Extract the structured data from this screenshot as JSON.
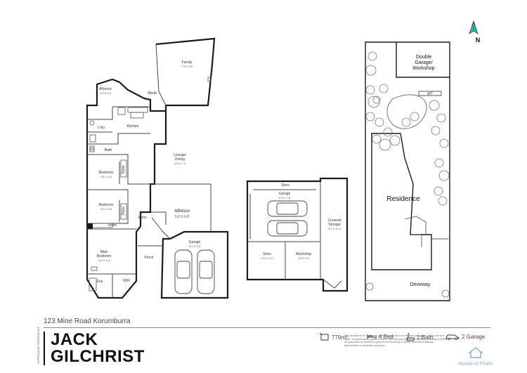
{
  "floorplan": {
    "rooms": [
      {
        "key": "family",
        "name": "Family",
        "dims": "7.8 X 5.8"
      },
      {
        "key": "alfresco_rear",
        "name": "Alfresco",
        "dims": "4.0 X 3.6"
      },
      {
        "key": "meals",
        "name": "Meals",
        "dims": ""
      },
      {
        "key": "ldry",
        "name": "L'dry",
        "dims": ""
      },
      {
        "key": "kitchen",
        "name": "Kitchen",
        "dims": ""
      },
      {
        "key": "lounge",
        "name": "Lounge/\nDining",
        "dims": "4.8 X 7.0"
      },
      {
        "key": "bath",
        "name": "Bath",
        "dims": ""
      },
      {
        "key": "bed1",
        "name": "Bedroom",
        "dims": "3.6 X 3.0"
      },
      {
        "key": "robe1",
        "name": "Robe",
        "dims": ""
      },
      {
        "key": "bed2",
        "name": "Bedroom",
        "dims": "3.6 X 3.0"
      },
      {
        "key": "robe2",
        "name": "Robe",
        "dims": ""
      },
      {
        "key": "robe3",
        "name": "Robe",
        "dims": ""
      },
      {
        "key": "entry",
        "name": "Entry",
        "dims": ""
      },
      {
        "key": "alfresco_front",
        "name": "Alfresco",
        "dims": "5.6 X 4.8"
      },
      {
        "key": "main_bed",
        "name": "Main\nBedroom",
        "dims": "4.8 X 3.4"
      },
      {
        "key": "porch",
        "name": "Porch",
        "dims": ""
      },
      {
        "key": "garage",
        "name": "Garage",
        "dims": "6.0 X 6.0"
      },
      {
        "key": "ens",
        "name": "Ens",
        "dims": ""
      },
      {
        "key": "wir",
        "name": "WIR",
        "dims": ""
      }
    ],
    "outbuilding": [
      {
        "key": "store_top",
        "name": "Store",
        "dims": ""
      },
      {
        "key": "garage2",
        "name": "Garage",
        "dims": "6.4 X 7.8"
      },
      {
        "key": "covered_storage",
        "name": "Covered\nStorage",
        "dims": "3.2 X 11.0"
      },
      {
        "key": "store",
        "name": "Store",
        "dims": "3.6 X 3.2"
      },
      {
        "key": "workshop",
        "name": "Workshop",
        "dims": "3.8 X 3.0"
      }
    ]
  },
  "siteplan": {
    "north_label": "N",
    "double_garage": "Double\nGarage/\nWorkshop",
    "wt": "WT",
    "residence": "Residence",
    "driveway": "Driveway"
  },
  "footer": {
    "address": "123 Mine Road Korumburra",
    "brand_line1": "JACK",
    "brand_line2": "GILCHRIST",
    "tagline": "GIPPSLAND SPECIALIST",
    "stats": {
      "area": "779m²",
      "bed": "4 Bed",
      "bath": "2 Bath",
      "garage": "2 Garage"
    },
    "disclaimer": "This floorplan is for marketing purposes only and is to be used as a guide. It may not be to scale. No permission is given to use or alter this plan without the consent of House of Pixels. No guarantee or warranty is given to the accuracy of layout, dimensions and are approximate for illustration purposes.",
    "logo_text": "House of Pixels"
  },
  "colors": {
    "wall": "#1a1a1a",
    "line": "#555555",
    "accent": "#79b6c3",
    "north": "#2bbfa8"
  }
}
